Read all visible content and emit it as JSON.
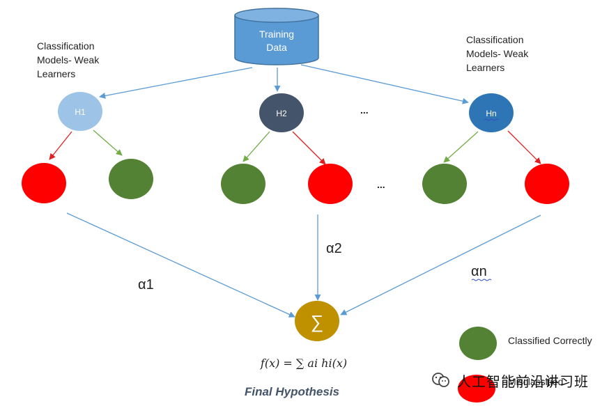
{
  "diagram": {
    "training_data": "Training\nData",
    "left_label": [
      "Classification",
      "Models- Weak",
      "Learners"
    ],
    "right_label": [
      "Classification",
      "Models- Weak",
      "Learners"
    ],
    "h1": "H1",
    "h2": "H2",
    "hn": "Hn",
    "ellipsis_top": "...",
    "ellipsis_mid": "...",
    "alpha1": "α1",
    "alpha2": "α2",
    "alphan": "αn",
    "sigma": "∑",
    "formula": "f(x) = ∑ ai hi(x)",
    "final_hypothesis": "Final Hypothesis",
    "legend_correct": "Classified Correctly",
    "legend_incorrect": "Misclassified",
    "watermark": "人工智能前沿讲习班"
  },
  "colors": {
    "db_fill": "#5b9bd5",
    "h1": "#9dc3e6",
    "h2": "#44546a",
    "hn": "#2e75b6",
    "red": "#ff0000",
    "green": "#548235",
    "sum": "#bf9000",
    "arrow_blue": "#5b9bd5",
    "arrow_red": "#e02020",
    "arrow_green": "#70ad47"
  }
}
